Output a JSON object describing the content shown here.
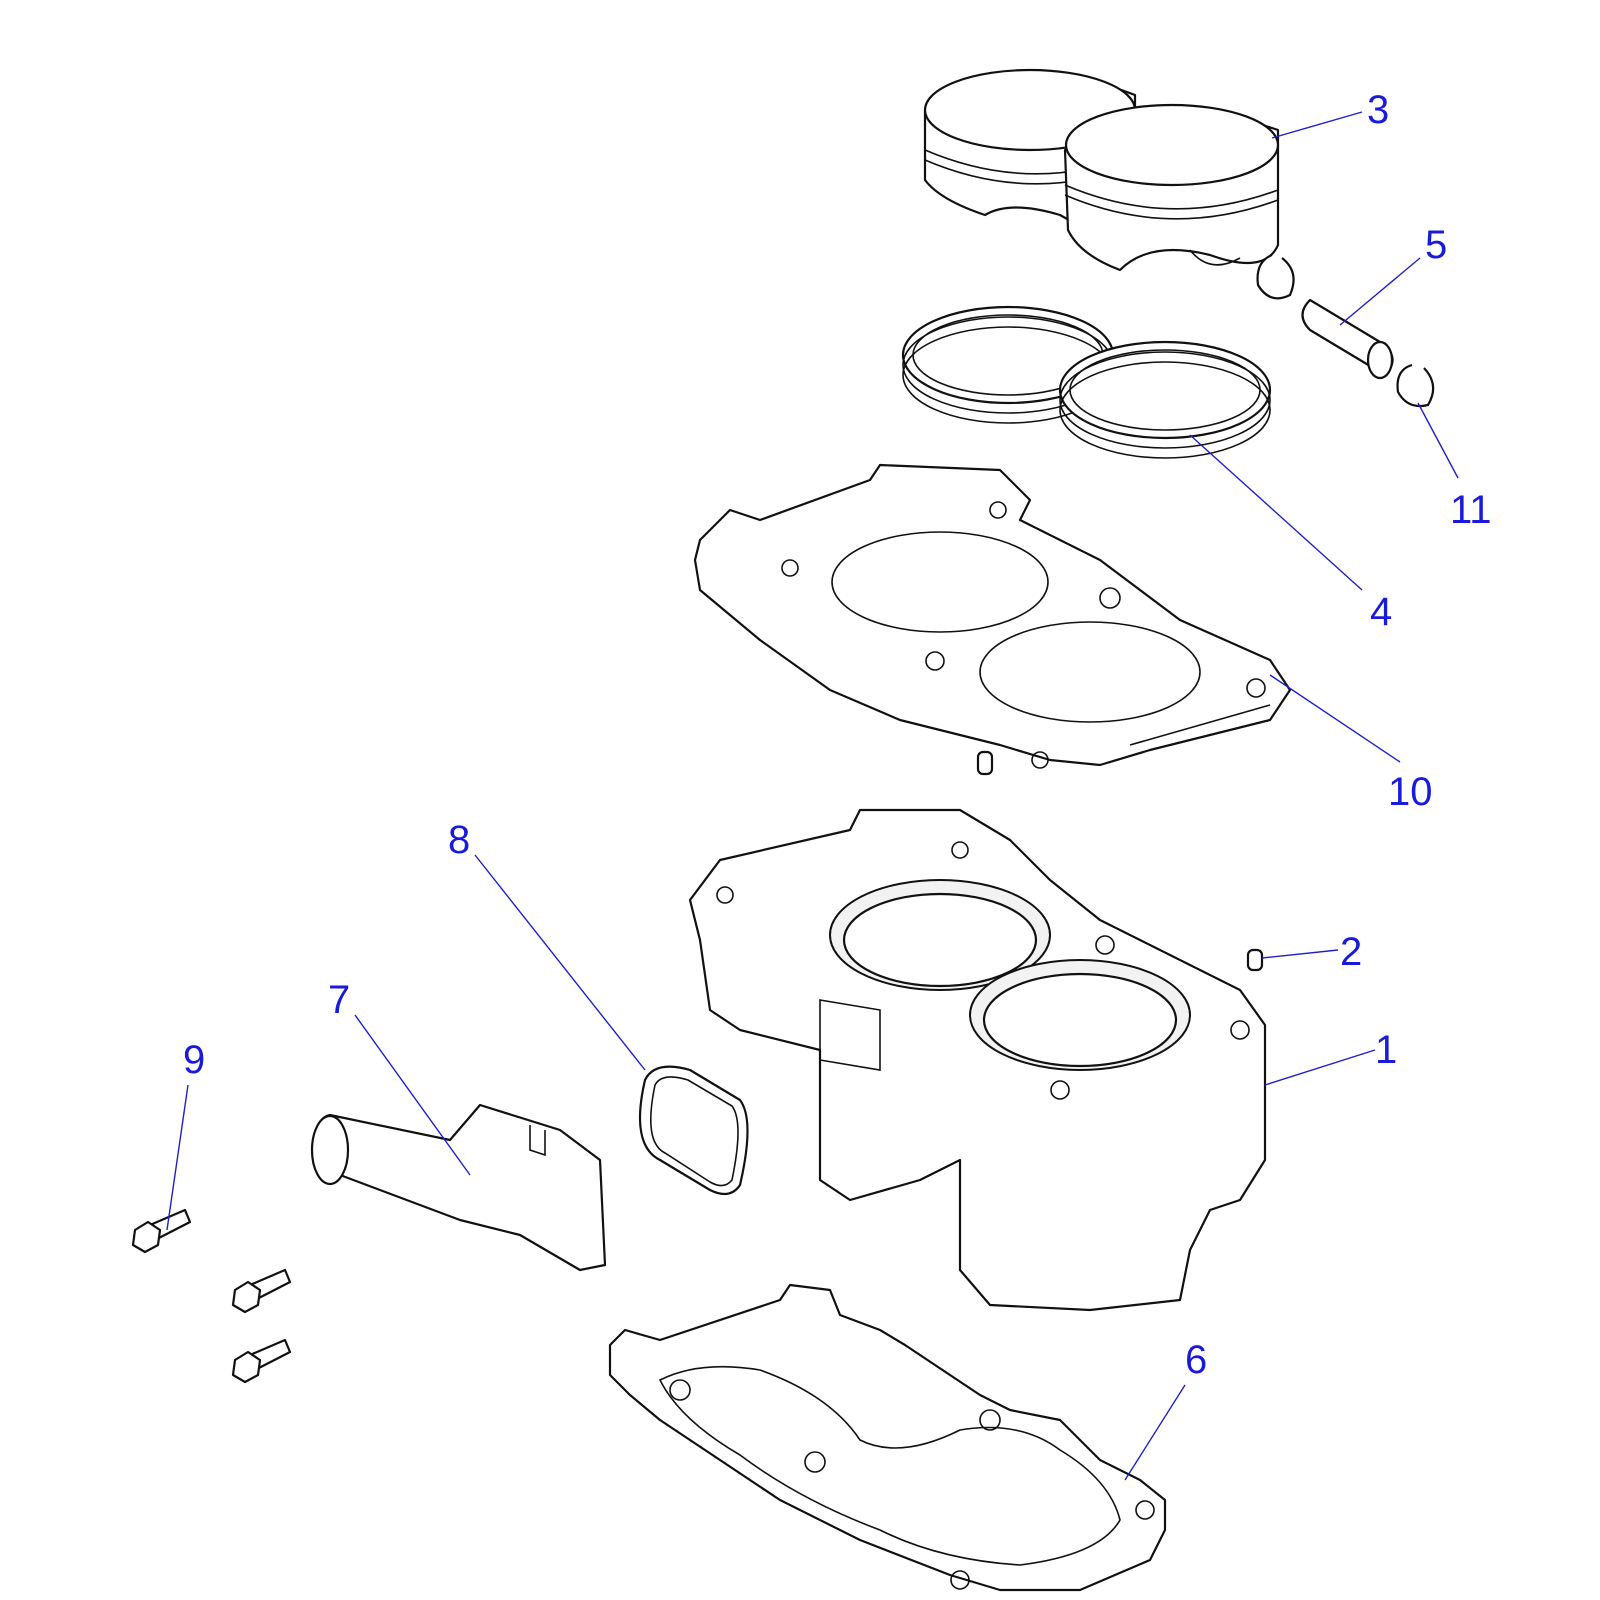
{
  "diagram": {
    "type": "exploded-parts-diagram",
    "label_color": "#1a1adc",
    "leader_color": "#2020c8",
    "callouts": [
      {
        "id": "1",
        "label": "1"
      },
      {
        "id": "2",
        "label": "2"
      },
      {
        "id": "3",
        "label": "3"
      },
      {
        "id": "4",
        "label": "4"
      },
      {
        "id": "5",
        "label": "5"
      },
      {
        "id": "6",
        "label": "6"
      },
      {
        "id": "7",
        "label": "7"
      },
      {
        "id": "8",
        "label": "8"
      },
      {
        "id": "9",
        "label": "9"
      },
      {
        "id": "10",
        "label": "10"
      },
      {
        "id": "11",
        "label": "11"
      }
    ]
  }
}
